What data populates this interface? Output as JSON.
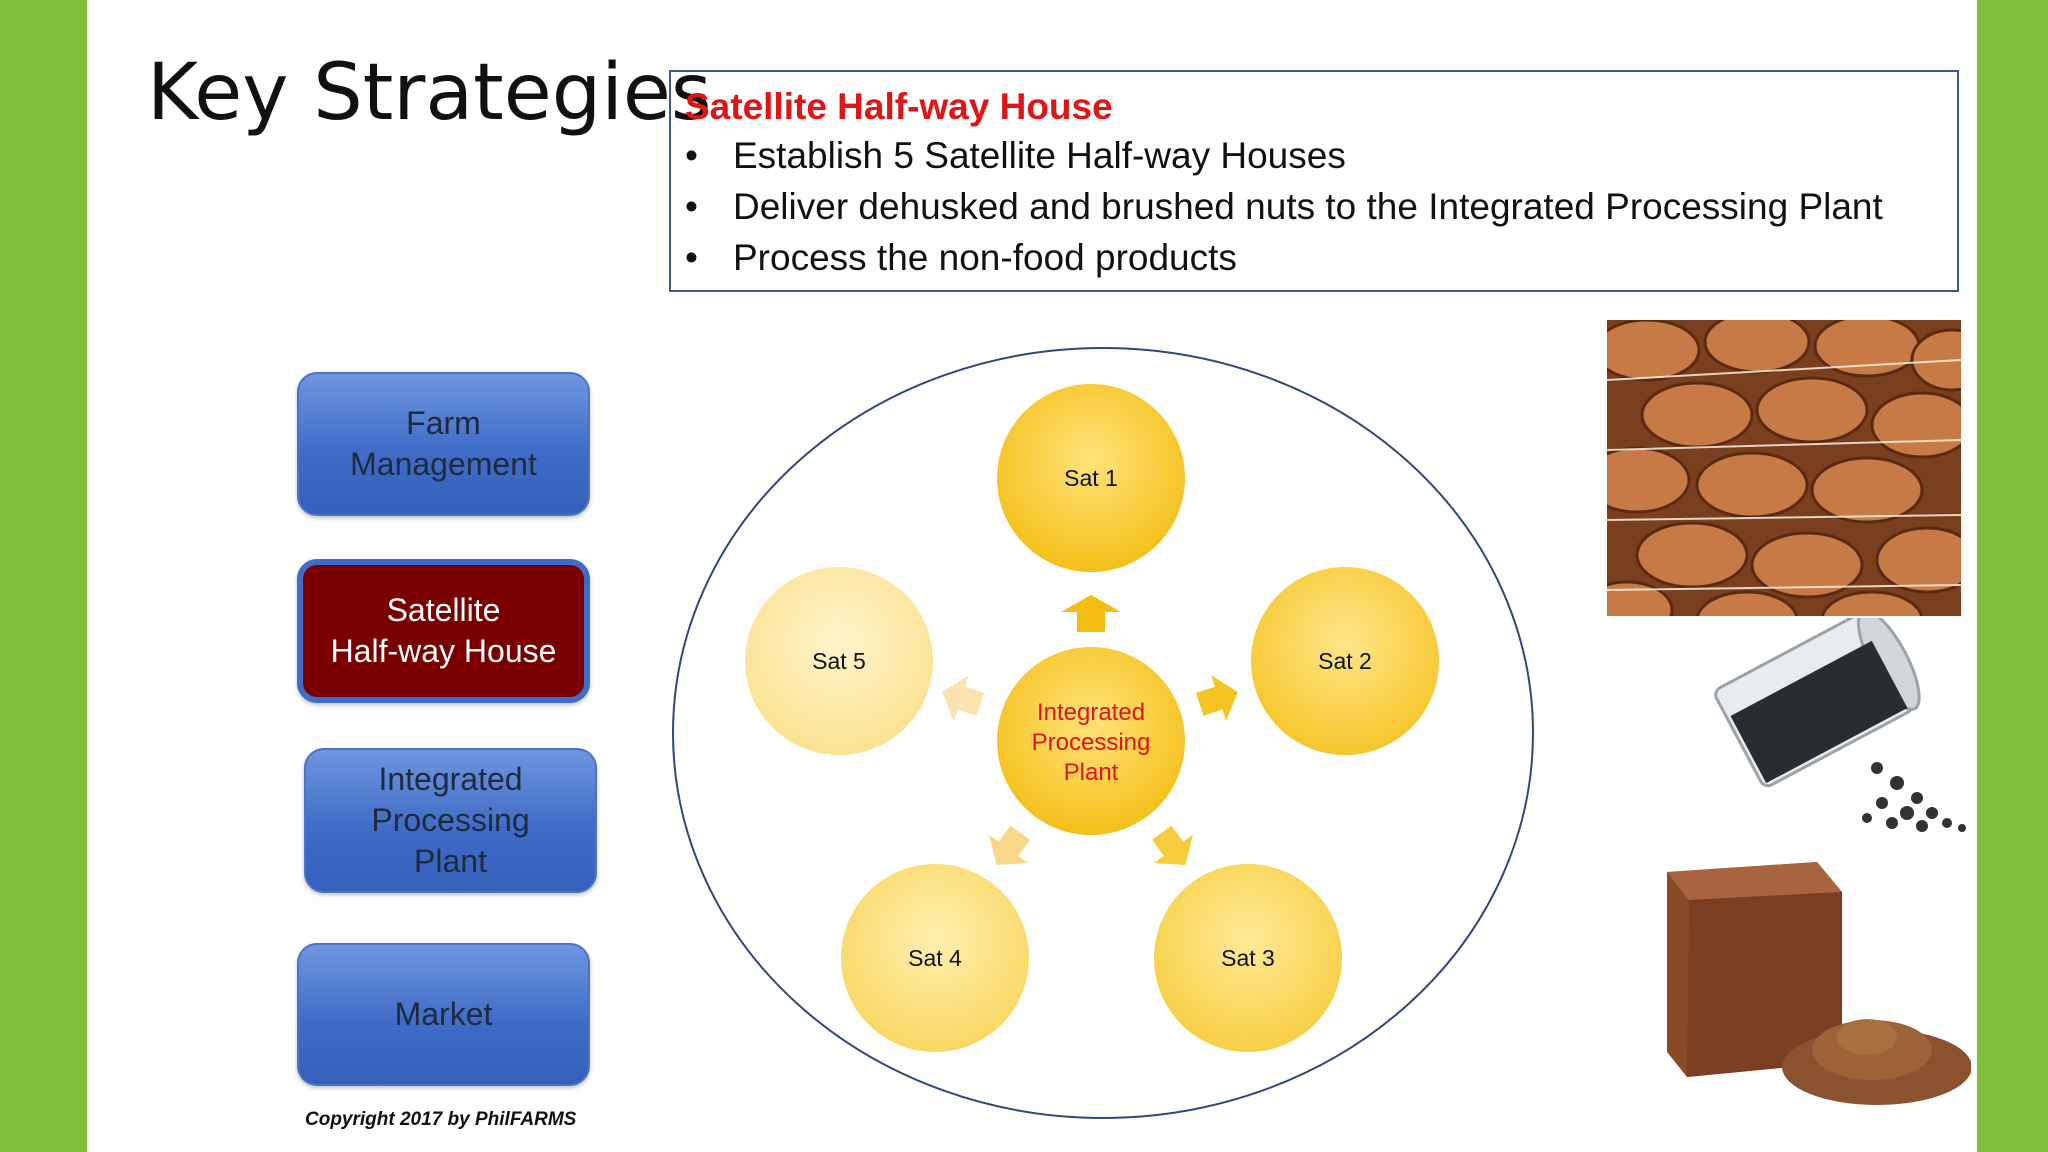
{
  "slide": {
    "title": "Key Strategies",
    "info_box": {
      "heading": "Satellite Half-way House",
      "bullets": [
        "Establish 5 Satellite Half-way Houses",
        "Deliver dehusked and brushed nuts to the Integrated Processing Plant",
        "Process the non-food products"
      ]
    },
    "nav": [
      {
        "label": "Farm\nManagement",
        "active": false
      },
      {
        "label": "Satellite\nHalf-way House",
        "active": true
      },
      {
        "label": "Integrated\nProcessing\nPlant",
        "active": false
      },
      {
        "label": "Market",
        "active": false
      }
    ],
    "diagram": {
      "center": "Integrated Processing Plant",
      "center_lines": [
        "Integrated",
        "Processing",
        "Plant"
      ],
      "satellites": [
        "Sat 1",
        "Sat 2",
        "Sat 3",
        "Sat 4",
        "Sat 5"
      ]
    },
    "images": [
      "coir-fiber-bundles-photo",
      "activated-carbon-jar-photo",
      "cocopeat-block-photo"
    ],
    "copyright": "Copyright 2017 by PhilFARMS"
  },
  "colors": {
    "background_green": "#7fbf3a",
    "accent_red": "#e01515",
    "active_nav": "#7a0000",
    "nav_blue": "#3f6cc7",
    "satellite_gold": "#f5c518"
  }
}
